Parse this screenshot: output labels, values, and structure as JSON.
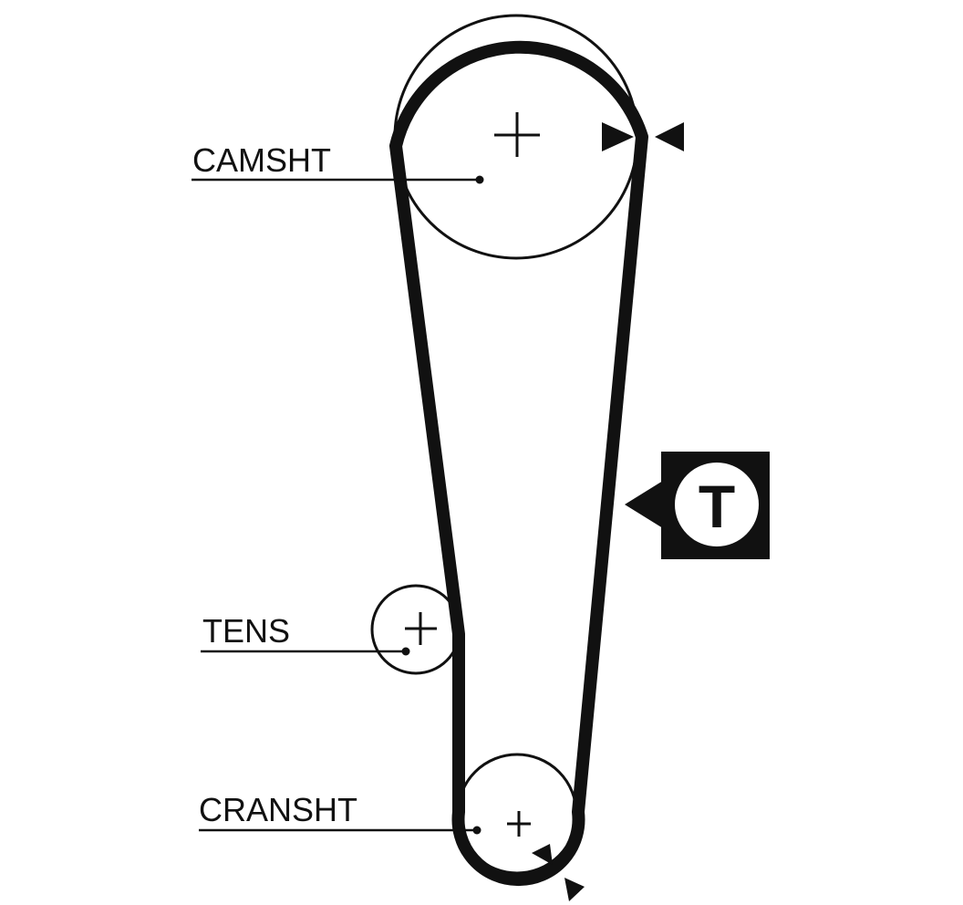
{
  "diagram": {
    "labels": {
      "camshaft": "CAMSHT",
      "tensioner": "TENS",
      "crankshaft": "CRANSHT"
    },
    "tension_badge": "T",
    "colors": {
      "belt": "#111111",
      "outline": "#111111",
      "background": "#ffffff"
    }
  }
}
